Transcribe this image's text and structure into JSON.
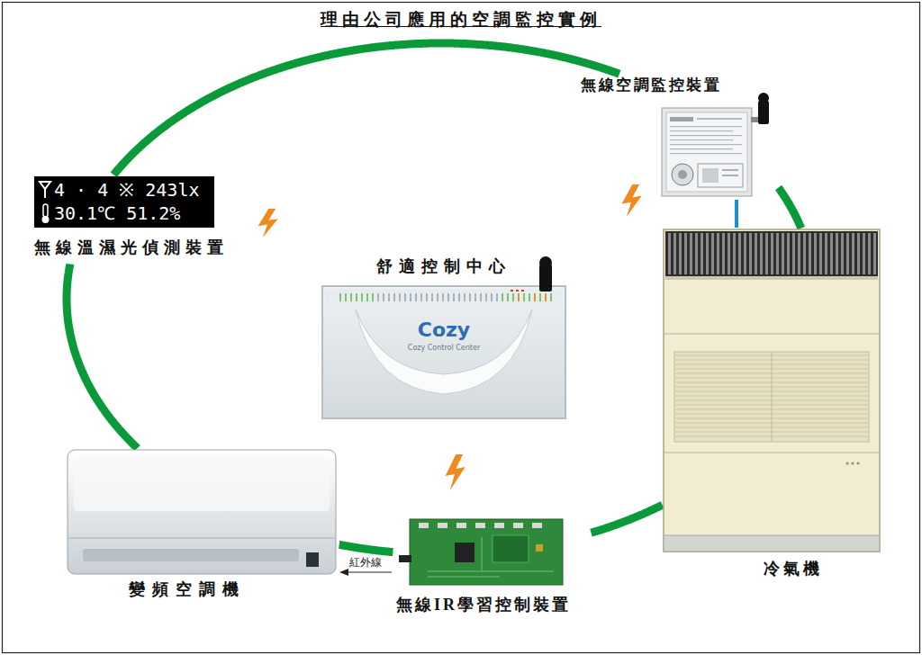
{
  "diagram": {
    "title": "理由公司應用的空調監控實例",
    "nodes": [
      {
        "text": [
          "無線空調監控裝置"
        ]
      },
      {
        "text": [
          "4 · 4 ※ 243lx",
          "30.1℃ 51.2%",
          "無線溫濕光偵測裝置"
        ]
      },
      {
        "text": [
          "舒適控制中心",
          "Cozy",
          "Cozy Control Center"
        ]
      },
      {
        "text": [
          "冷氣機"
        ]
      },
      {
        "text": [
          "變頻空調機"
        ]
      },
      {
        "text": [
          "無線IR學習控制裝置"
        ]
      }
    ],
    "edges": [
      {
        "from": 1,
        "to": 0,
        "arrow": "none"
      },
      {
        "from": 0,
        "to": 3,
        "arrow": "none"
      },
      {
        "from": 3,
        "to": 5,
        "arrow": "none"
      },
      {
        "from": 5,
        "to": 4,
        "arrow": "none"
      },
      {
        "from": 4,
        "to": 1,
        "arrow": "none"
      },
      {
        "from": 0,
        "to": 3,
        "arrow": "none"
      },
      {
        "from": 5,
        "to": 4,
        "label": "紅外線",
        "arrow": "to"
      }
    ]
  }
}
